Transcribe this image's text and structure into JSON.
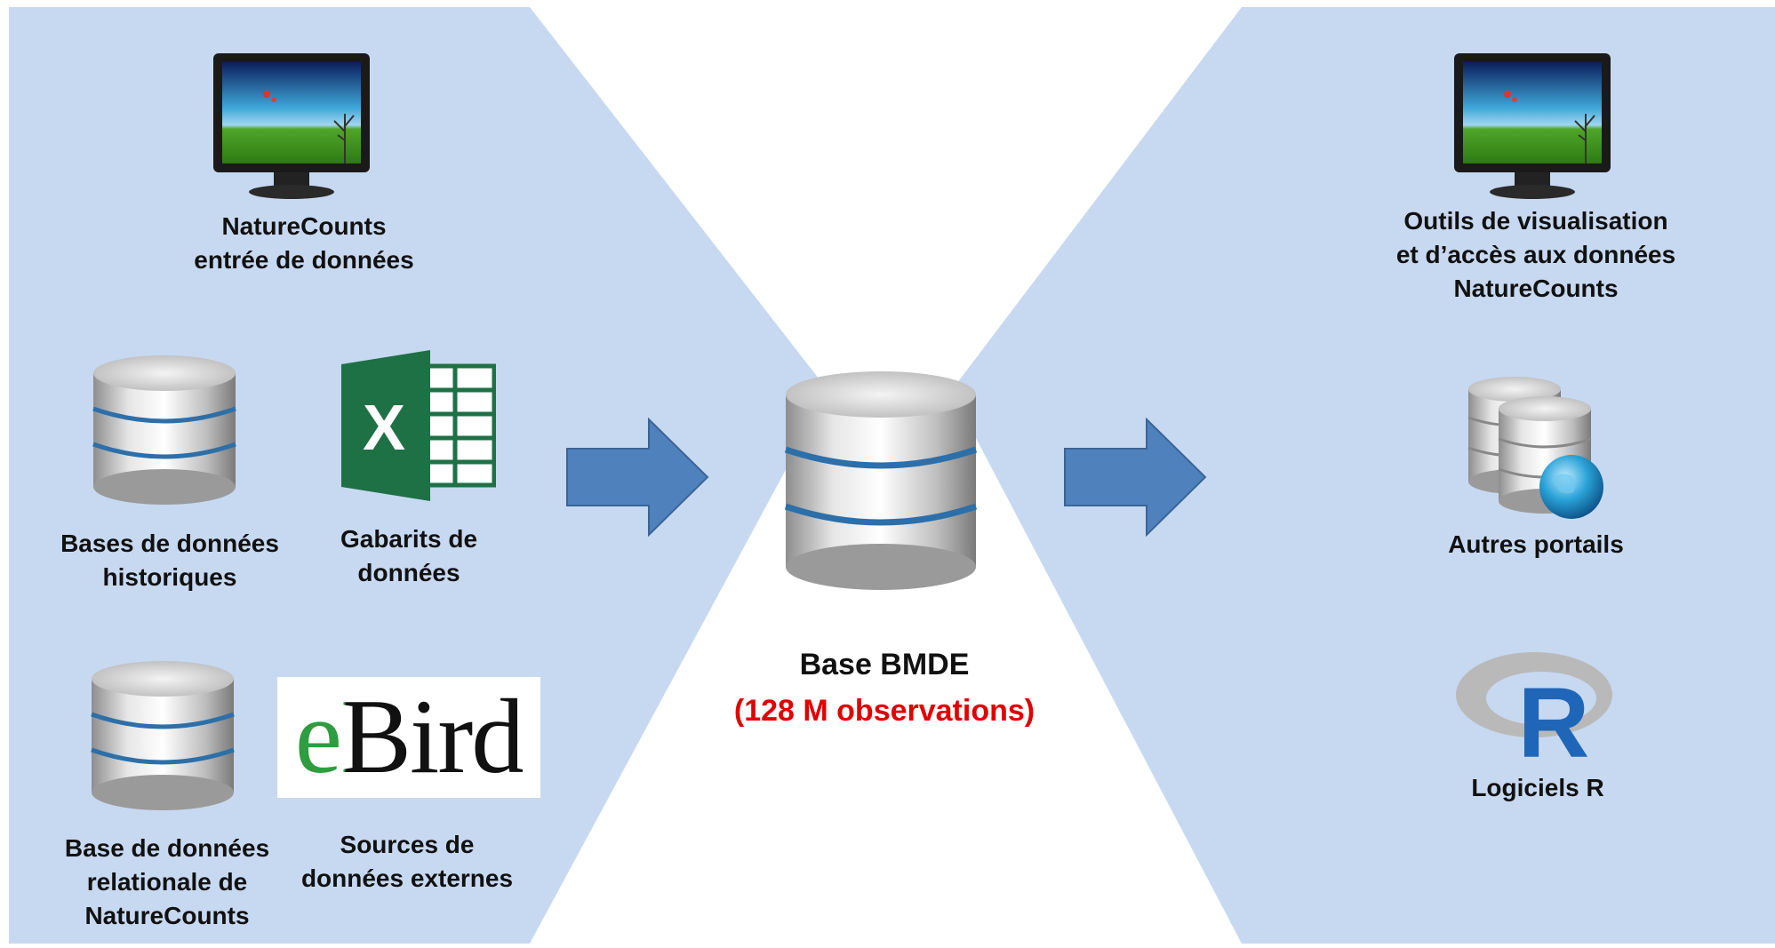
{
  "colors": {
    "panel": "#c7d9f1",
    "arrow": "#4f81bd",
    "arrow_stroke": "#3a6496",
    "highlight": "#e00000"
  },
  "left": {
    "naturecounts_entry": {
      "line1": "NatureCounts",
      "line2": "entrée de données",
      "icon": "monitor-icon"
    },
    "historical_db": {
      "line1": "Bases de données",
      "line2": "historiques",
      "icon": "database-icon"
    },
    "templates": {
      "line1": "Gabarits de",
      "line2": "données",
      "icon": "excel-icon"
    },
    "relational_db": {
      "line1": "Base de données",
      "line2": "relationale de",
      "line3": "NatureCounts",
      "icon": "database-icon"
    },
    "external": {
      "line1": "Sources de",
      "line2": "données externes",
      "logo_text": "eBird",
      "icon": "ebird-logo"
    }
  },
  "center": {
    "title": "Base BMDE",
    "subtitle": "(128 M observations)",
    "icon": "database-icon"
  },
  "right": {
    "tools": {
      "line1": "Outils de visualisation",
      "line2": "et d’accès aux données",
      "line3": "NatureCounts",
      "icon": "monitor-icon"
    },
    "portals": {
      "line1": "Autres portails",
      "icon": "globe-database-icon"
    },
    "r": {
      "line1": "Logiciels R",
      "logo_text": "R",
      "icon": "r-logo"
    }
  }
}
